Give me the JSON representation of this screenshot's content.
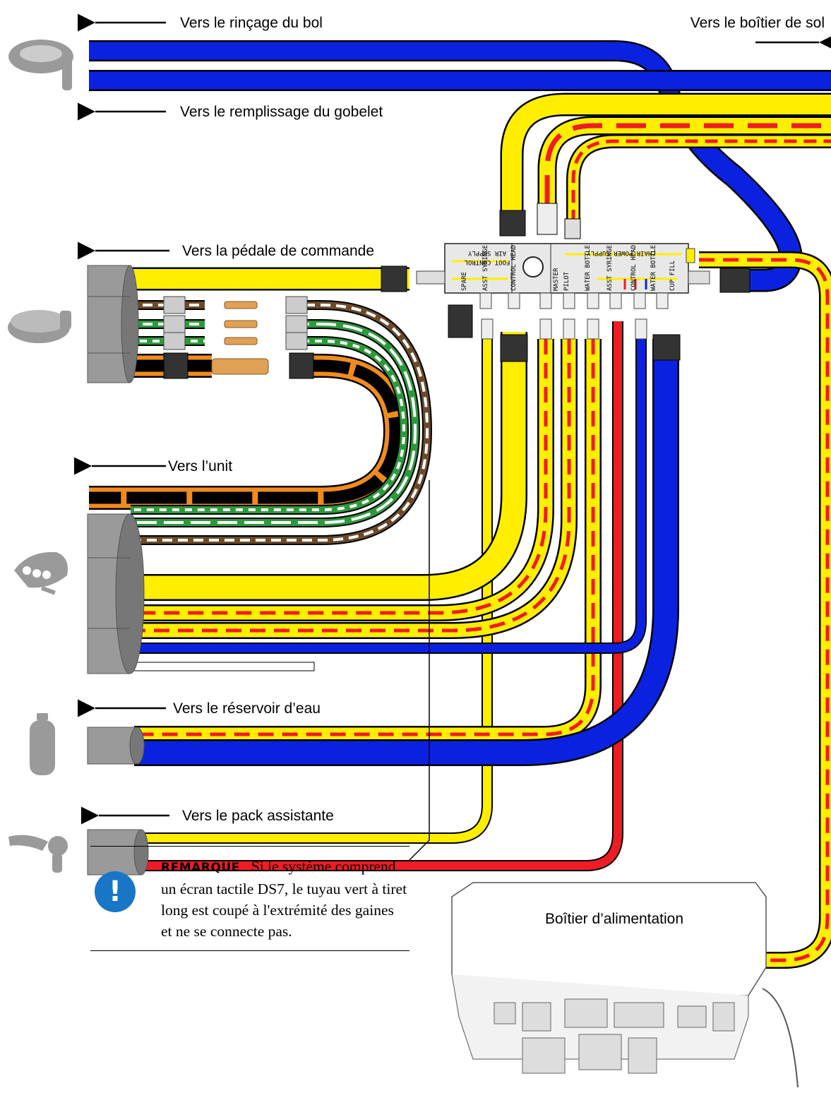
{
  "labels": {
    "rinse": "Vers le rinçage du bol",
    "floor_box": "Vers le boîtier de sol",
    "cup_fill": "Vers le remplissage du gobelet",
    "foot_control": "Vers la pédale de commande",
    "unit": "Vers l’unit",
    "water_tank": "Vers le réservoir d’eau",
    "assistant": "Vers le pack assistante",
    "power_box": "Boîtier d’alimentation"
  },
  "manifold": {
    "top_labels": [
      "AIR SUPPLY",
      "FOOT CONTROL",
      "CHAIR POWER SUPPLY"
    ],
    "port_labels": [
      "SPARE",
      "ASST SYRINGE",
      "CONTROL HEAD",
      "MASTER",
      "PILOT",
      "WATER BOTTLE",
      "ASST SYRINGE",
      "CONTROL HEAD",
      "WATER BOTTLE",
      "CUP FILL"
    ]
  },
  "note": {
    "title": "REMARQUE",
    "text": "Si le système comprend un écran tactile DS7, le tuyau vert à tiret long est coupé à l'extrémité des gaines et ne se connecte pas."
  },
  "colors": {
    "blue": "#0a22e0",
    "yellow": "#ffee00",
    "red": "#ee1c24",
    "orange": "#f28b1e",
    "green": "#2c9a3c",
    "brown": "#6b4a2b",
    "gray": "#9a9a9a",
    "note_icon": "#1976c6"
  },
  "icons": [
    "bowl-icon",
    "foot-pedal-icon",
    "unit-icon",
    "water-bottle-icon",
    "assistant-pack-icon",
    "warning-icon"
  ]
}
